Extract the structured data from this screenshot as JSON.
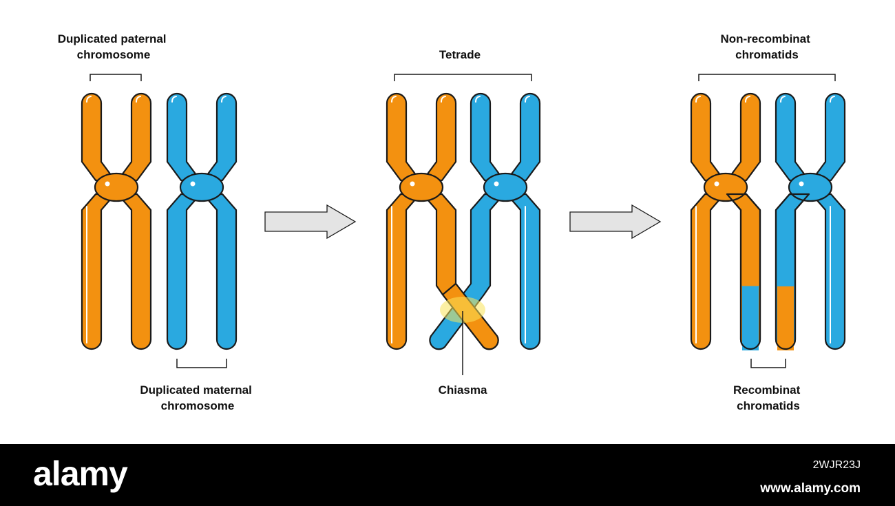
{
  "colors": {
    "paternal": "#f39110",
    "maternal": "#2aa9e0",
    "chiasma_highlight": "#f9e45a",
    "arrow_fill": "#e4e4e4",
    "outline": "#1a1a1a"
  },
  "stage1": {
    "top_label": [
      "Duplicated paternal",
      "chromosome"
    ],
    "bottom_label": [
      "Duplicated maternal",
      "chromosome"
    ]
  },
  "stage2": {
    "top_label": "Tetrade",
    "chiasma_label": "Chiasma"
  },
  "stage3": {
    "top_label": [
      "Non-recombinat",
      "chromatids"
    ],
    "bottom_label": [
      "Recombinat",
      "chromatids"
    ]
  },
  "icons": {
    "process_arrow_1": "right-arrow-icon",
    "process_arrow_2": "right-arrow-icon"
  },
  "watermark": {
    "logo": "alamy",
    "image_id": "2WJR23J",
    "url": "www.alamy.com"
  }
}
